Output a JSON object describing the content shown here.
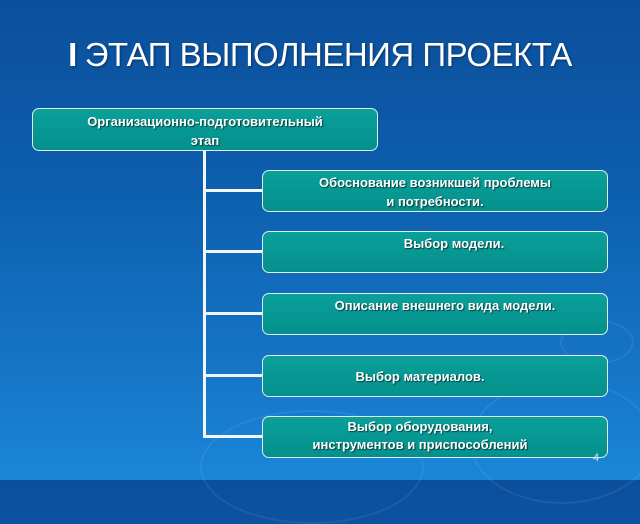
{
  "title": {
    "numeral": "I",
    "text": "ЭТАП ВЫПОЛНЕНИЯ ПРОЕКТА"
  },
  "root": {
    "line1": "Организационно-подготовительный",
    "line2": "этап"
  },
  "children": [
    {
      "line1": "Обоснование возникшей проблемы",
      "line2": "и потребности."
    },
    {
      "line1": "Выбор модели."
    },
    {
      "line1": "Описание внешнего вида модели."
    },
    {
      "line1": "Выбор материалов."
    },
    {
      "line1": "Выбор оборудования,",
      "line2": "инструментов и приспособлений"
    }
  ],
  "page_number": "4"
}
